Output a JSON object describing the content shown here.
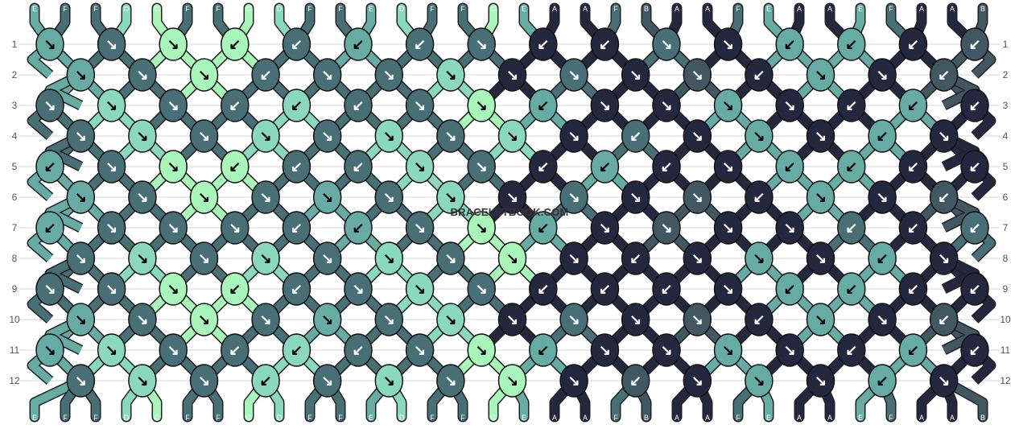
{
  "colors": {
    "A": "#23283f",
    "B": "#415862",
    "C": "#a9f6bb",
    "D": "#8ad9be",
    "E": "#66aca4",
    "F": "#476f75"
  },
  "strands_top": [
    "E",
    "F",
    "F",
    "D",
    "C",
    "F",
    "F",
    "C",
    "D",
    "F",
    "F",
    "E",
    "D",
    "F",
    "F",
    "C",
    "E",
    "A",
    "A",
    "F",
    "B",
    "A",
    "A",
    "F",
    "E",
    "A",
    "A",
    "E",
    "F",
    "A",
    "A",
    "B"
  ],
  "strands_bottom": [
    "E",
    "F",
    "F",
    "D",
    "C",
    "F",
    "F",
    "C",
    "D",
    "F",
    "F",
    "E",
    "D",
    "F",
    "F",
    "C",
    "E",
    "A",
    "A",
    "F",
    "B",
    "A",
    "A",
    "F",
    "E",
    "A",
    "A",
    "E",
    "F",
    "A",
    "A",
    "B"
  ],
  "row_labels": [
    "1",
    "2",
    "3",
    "4",
    "5",
    "6",
    "7",
    "8",
    "9",
    "10",
    "11",
    "12"
  ],
  "knots": [
    [
      "E",
      "F",
      "C",
      "C",
      "F",
      "E",
      "F",
      "F",
      "A",
      "A",
      "F",
      "A",
      "E",
      "E",
      "A",
      "B"
    ],
    [
      "E",
      "F",
      "C",
      "F",
      "F",
      "F",
      "D",
      "A",
      "F",
      "A",
      "B",
      "A",
      "E",
      "A",
      "B"
    ],
    [
      "F",
      "D",
      "F",
      "F",
      "D",
      "F",
      "F",
      "C",
      "E",
      "A",
      "A",
      "E",
      "A",
      "A",
      "E",
      "A"
    ],
    [
      "F",
      "D",
      "F",
      "D",
      "F",
      "D",
      "F",
      "D",
      "A",
      "F",
      "A",
      "E",
      "A",
      "E",
      "A"
    ],
    [
      "E",
      "F",
      "C",
      "C",
      "F",
      "F",
      "D",
      "F",
      "A",
      "E",
      "A",
      "A",
      "E",
      "E",
      "A",
      "A"
    ],
    [
      "E",
      "F",
      "C",
      "F",
      "E",
      "F",
      "D",
      "A",
      "F",
      "A",
      "B",
      "A",
      "E",
      "A",
      "B"
    ],
    [
      "E",
      "F",
      "F",
      "F",
      "F",
      "E",
      "F",
      "C",
      "E",
      "A",
      "B",
      "A",
      "A",
      "F",
      "A",
      "F"
    ],
    [
      "F",
      "D",
      "F",
      "D",
      "F",
      "D",
      "F",
      "C",
      "A",
      "A",
      "A",
      "E",
      "A",
      "E",
      "A"
    ],
    [
      "F",
      "F",
      "C",
      "C",
      "F",
      "F",
      "D",
      "F",
      "A",
      "A",
      "A",
      "A",
      "E",
      "E",
      "A",
      "A"
    ],
    [
      "E",
      "F",
      "C",
      "F",
      "E",
      "F",
      "D",
      "A",
      "F",
      "A",
      "B",
      "A",
      "E",
      "A",
      "B"
    ],
    [
      "E",
      "D",
      "F",
      "F",
      "D",
      "F",
      "F",
      "C",
      "E",
      "A",
      "A",
      "E",
      "A",
      "A",
      "E",
      "A"
    ],
    [
      "F",
      "D",
      "F",
      "D",
      "F",
      "D",
      "F",
      "C",
      "A",
      "B",
      "A",
      "E",
      "A",
      "E",
      "A"
    ]
  ],
  "arrows": [
    [
      "↘",
      "↘",
      "↘",
      "↙",
      "↙",
      "↙",
      "↙",
      "↘",
      "↙",
      "↙",
      "↘",
      "↘",
      "↙",
      "↙",
      "↙",
      "↙"
    ],
    [
      "↘",
      "↘",
      "↘",
      "↙",
      "↘",
      "↘",
      "↘",
      "↘",
      "↘",
      "↘",
      "↘",
      "↙",
      "↘",
      "↘",
      "↙"
    ],
    [
      "↘",
      "↘",
      "↘",
      "↙",
      "↙",
      "↙",
      "↘",
      "↘",
      "↙",
      "↘",
      "↘",
      "↘",
      "↘",
      "↙",
      "↙",
      "↙"
    ],
    [
      "↘",
      "↘",
      "↘",
      "↘",
      "↘",
      "↘",
      "↘",
      "↘",
      "↘",
      "↙",
      "↘",
      "↘",
      "↘",
      "↙",
      "↘"
    ],
    [
      "↙",
      "↘",
      "↘",
      "↙",
      "↙",
      "↙",
      "↘",
      "↘",
      "↙",
      "↙",
      "↙",
      "↘",
      "↙",
      "↙",
      "↙",
      "↙"
    ],
    [
      "↘",
      "↘",
      "↘",
      "↘",
      "↘",
      "↘",
      "↘",
      "↘",
      "↘",
      "↘",
      "↘",
      "↙",
      "↘",
      "↘",
      "↙"
    ],
    [
      "↙",
      "↘",
      "↘",
      "↘",
      "↙",
      "↙",
      "↘",
      "↘",
      "↙",
      "↘",
      "↘",
      "↘",
      "↘",
      "↙",
      "↙",
      "↙"
    ],
    [
      "↘",
      "↘",
      "↘",
      "↘",
      "↘",
      "↘",
      "↘",
      "↘",
      "↘",
      "↙",
      "↘",
      "↘",
      "↘",
      "↙",
      "↘"
    ],
    [
      "↘",
      "↘",
      "↘",
      "↙",
      "↙",
      "↘",
      "↘",
      "↘",
      "↙",
      "↙",
      "↙",
      "↘",
      "↙",
      "↙",
      "↙",
      "↙"
    ],
    [
      "↘",
      "↘",
      "↘",
      "↘",
      "↘",
      "↘",
      "↘",
      "↘",
      "↘",
      "↘",
      "↘",
      "↙",
      "↘",
      "↘",
      "↙"
    ],
    [
      "↘",
      "↘",
      "↘",
      "↙",
      "↙",
      "↙",
      "↘",
      "↘",
      "↙",
      "↘",
      "↘",
      "↘",
      "↘",
      "↙",
      "↙",
      "↙"
    ],
    [
      "↘",
      "↘",
      "↘",
      "↙",
      "↘",
      "↘",
      "↘",
      "↘",
      "↘",
      "↙",
      "↘",
      "↘",
      "↘",
      "↙",
      "↘"
    ]
  ],
  "watermark": "BRACELETBOOK.COM"
}
